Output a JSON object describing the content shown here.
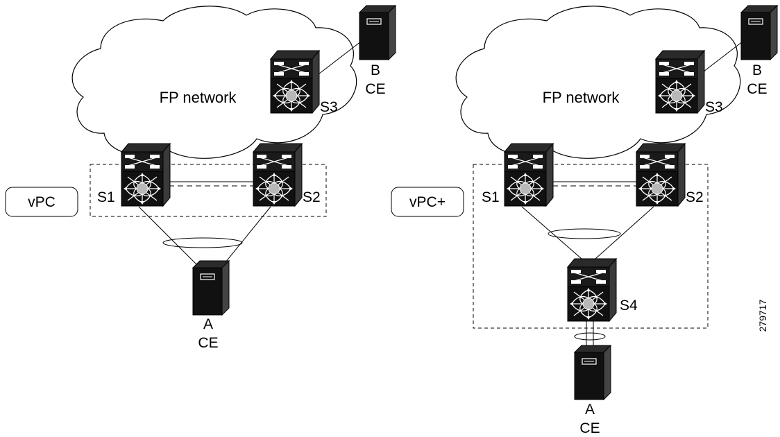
{
  "left": {
    "cloud_label": "FP network",
    "mode_label": "vPC",
    "switches": [
      "S1",
      "S2",
      "S3"
    ],
    "host_a": {
      "letter": "A",
      "type": "CE"
    },
    "host_b": {
      "letter": "B",
      "type": "CE"
    }
  },
  "right": {
    "cloud_label": "FP network",
    "mode_label": "vPC+",
    "switches": [
      "S1",
      "S2",
      "S3",
      "S4"
    ],
    "host_a": {
      "letter": "A",
      "type": "CE"
    },
    "host_b": {
      "letter": "B",
      "type": "CE"
    }
  },
  "figure_number": "279717"
}
